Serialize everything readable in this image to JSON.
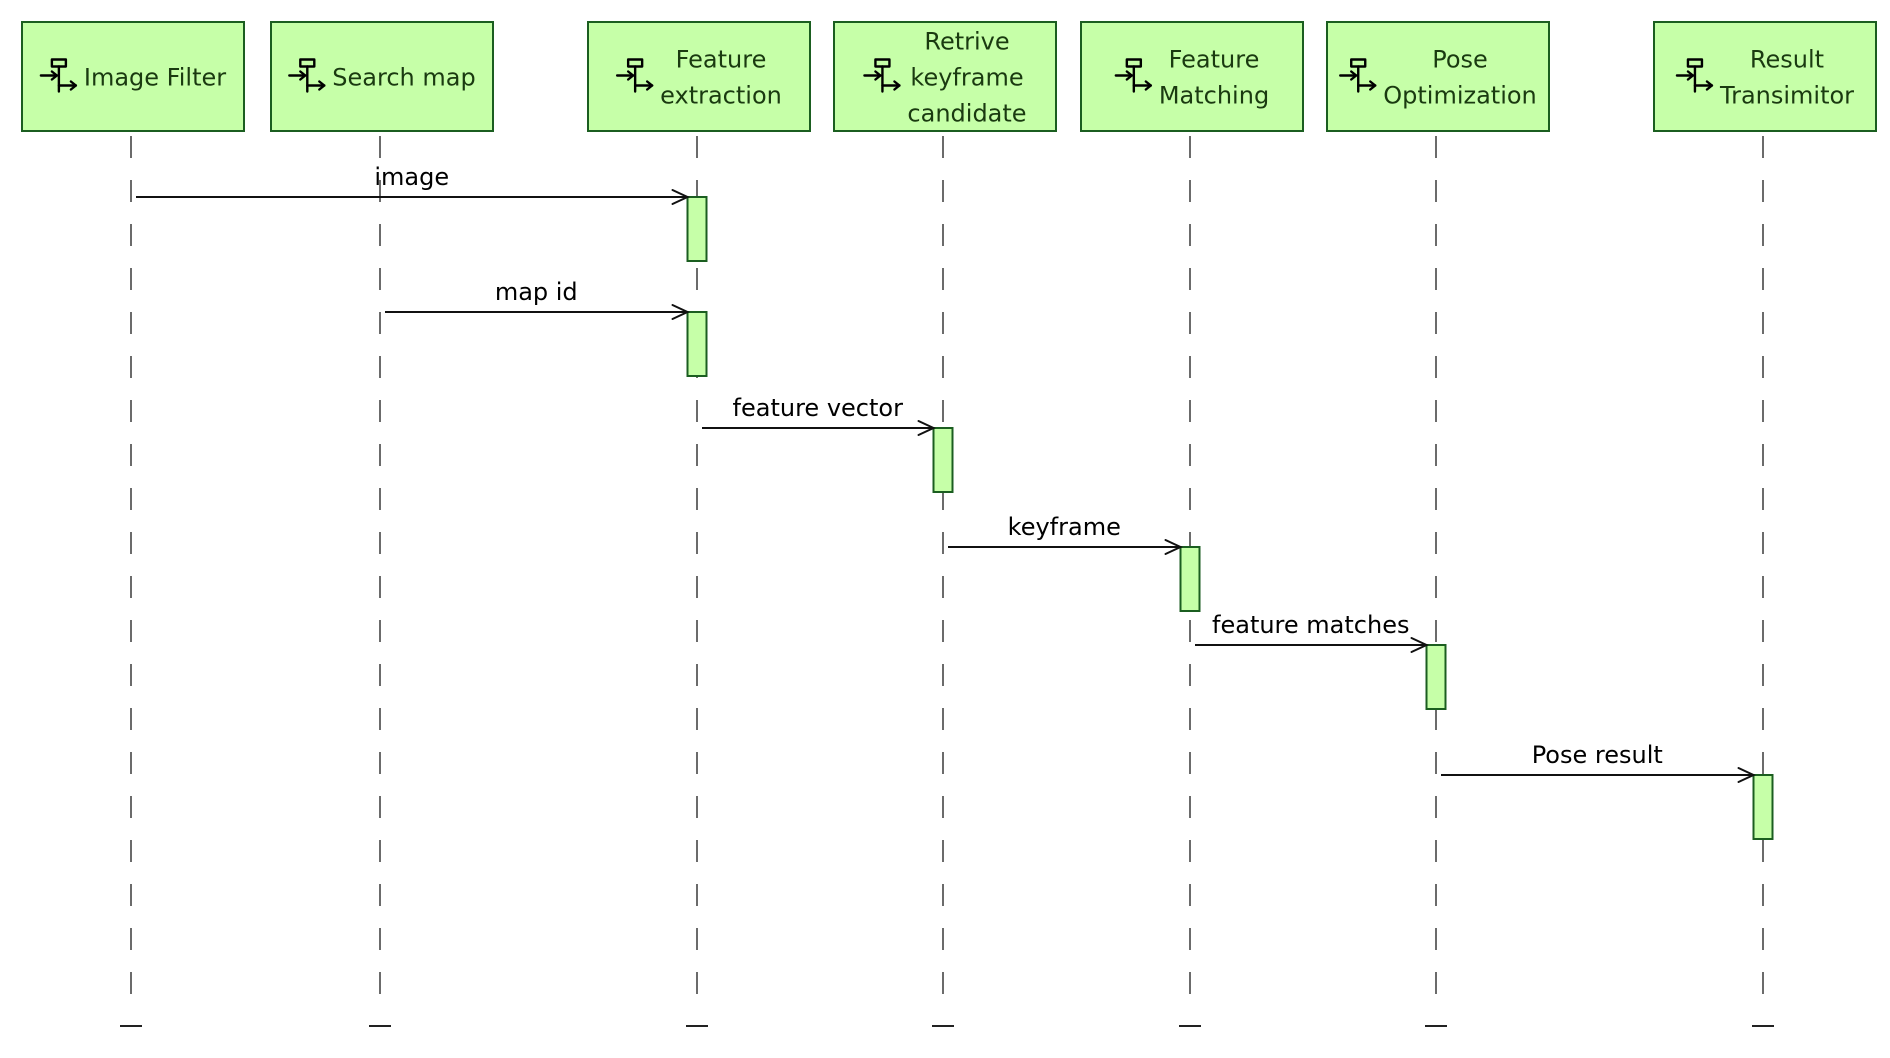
{
  "diagram": {
    "type": "sequence",
    "colors": {
      "box_fill": "#c6ffa8",
      "box_stroke": "#1b5e20",
      "lifeline": "#6b6b6b",
      "arrow": "#111111"
    },
    "participants": [
      {
        "id": "image-filter",
        "lines": [
          "Image Filter"
        ],
        "icon": "component-icon"
      },
      {
        "id": "search-map",
        "lines": [
          "Search map"
        ],
        "icon": "component-icon"
      },
      {
        "id": "feature-extraction",
        "lines": [
          "Feature",
          "extraction"
        ],
        "icon": "component-icon"
      },
      {
        "id": "retrive-keyframe-candidate",
        "lines": [
          "Retrive",
          "keyframe",
          "candidate"
        ],
        "icon": "component-icon"
      },
      {
        "id": "feature-matching",
        "lines": [
          "Feature",
          "Matching"
        ],
        "icon": "component-icon"
      },
      {
        "id": "pose-optimization",
        "lines": [
          "Pose",
          "Optimization"
        ],
        "icon": "component-icon"
      },
      {
        "id": "result-transimitor",
        "lines": [
          "Result",
          "Transimitor"
        ],
        "icon": "component-icon"
      }
    ],
    "messages": [
      {
        "from": 0,
        "to": 2,
        "label": "image"
      },
      {
        "from": 1,
        "to": 2,
        "label": "map id"
      },
      {
        "from": 2,
        "to": 3,
        "label": "feature vector"
      },
      {
        "from": 3,
        "to": 4,
        "label": "keyframe"
      },
      {
        "from": 4,
        "to": 5,
        "label": "feature matches"
      },
      {
        "from": 5,
        "to": 6,
        "label": "Pose result"
      }
    ]
  }
}
